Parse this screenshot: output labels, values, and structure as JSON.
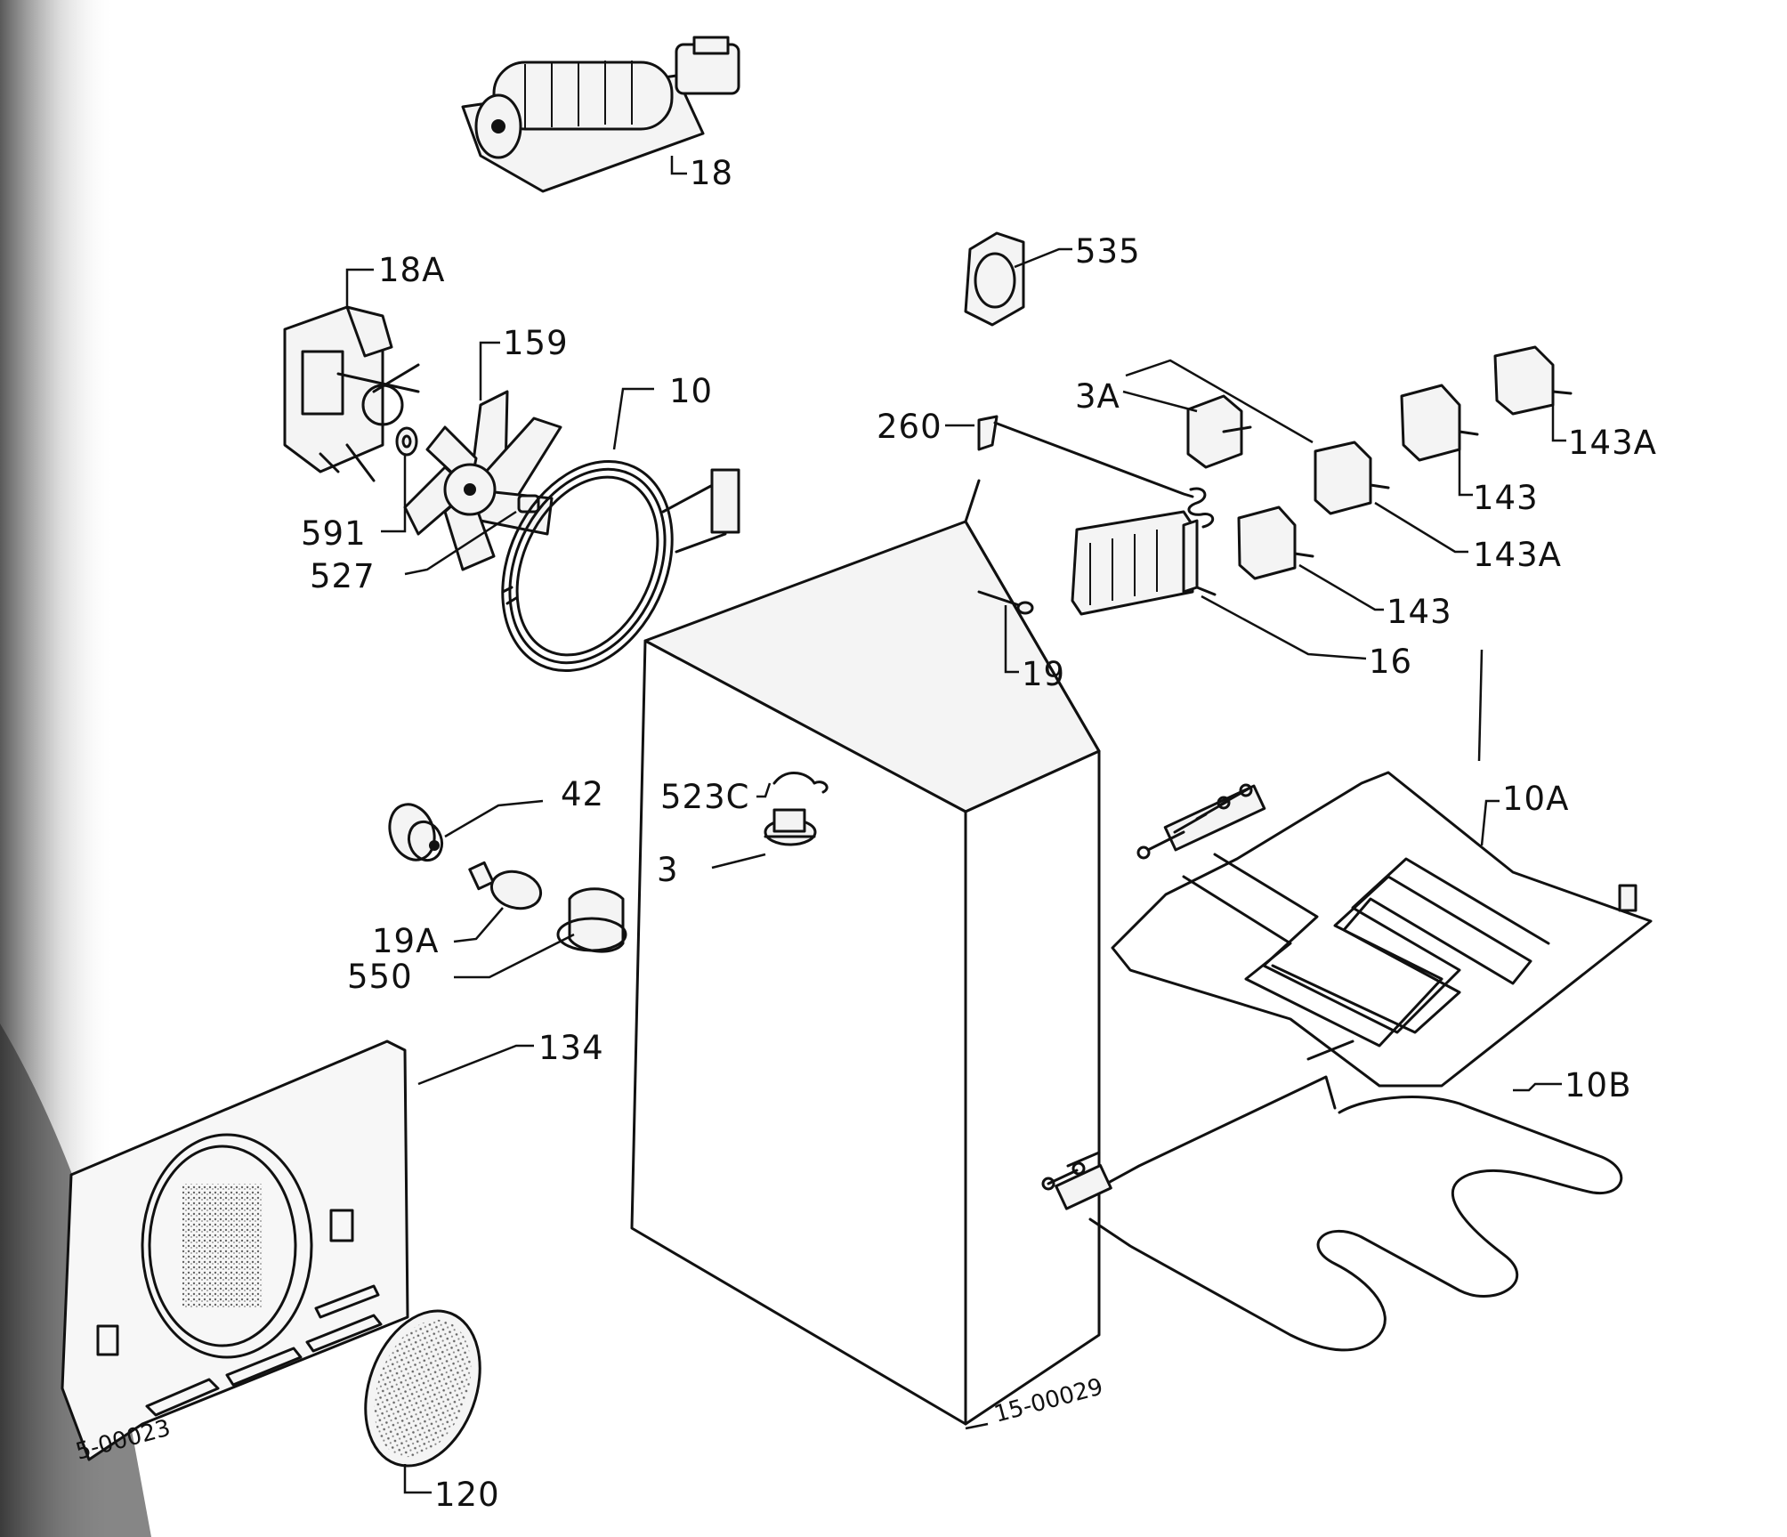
{
  "drawing_code": "15-00029",
  "drawing_code_2": "5-00023",
  "parts": [
    {
      "id": "part-18",
      "label": "18"
    },
    {
      "id": "part-18a",
      "label": "18A"
    },
    {
      "id": "part-159",
      "label": "159"
    },
    {
      "id": "part-10",
      "label": "10"
    },
    {
      "id": "part-591",
      "label": "591"
    },
    {
      "id": "part-527",
      "label": "527"
    },
    {
      "id": "part-535",
      "label": "535"
    },
    {
      "id": "part-3a",
      "label": "3A"
    },
    {
      "id": "part-260",
      "label": "260"
    },
    {
      "id": "part-143a-top",
      "label": "143A"
    },
    {
      "id": "part-143-top",
      "label": "143"
    },
    {
      "id": "part-143a-mid",
      "label": "143A"
    },
    {
      "id": "part-143-mid",
      "label": "143"
    },
    {
      "id": "part-16",
      "label": "16"
    },
    {
      "id": "part-19",
      "label": "19"
    },
    {
      "id": "part-42",
      "label": "42"
    },
    {
      "id": "part-523c",
      "label": "523C"
    },
    {
      "id": "part-3",
      "label": "3"
    },
    {
      "id": "part-19a",
      "label": "19A"
    },
    {
      "id": "part-550",
      "label": "550"
    },
    {
      "id": "part-134",
      "label": "134"
    },
    {
      "id": "part-120",
      "label": "120"
    },
    {
      "id": "part-10a",
      "label": "10A"
    },
    {
      "id": "part-10b",
      "label": "10B"
    }
  ]
}
